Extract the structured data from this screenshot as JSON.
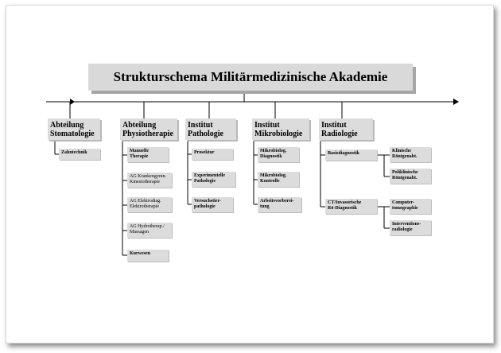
{
  "title": "Strukturschema Militärmedizinische Akademie",
  "departments": [
    {
      "line1": "Abteilung",
      "line2": "Stomatologie",
      "subs": [
        {
          "lines": [
            "Zahntechnik"
          ]
        }
      ]
    },
    {
      "line1": "Abteilung",
      "line2": "Physiotherapie",
      "subs": [
        {
          "lines": [
            "Manuelle",
            "Therapie"
          ]
        },
        {
          "lines": [
            "AG Krankengymn.",
            "Kinesiotherapie"
          ]
        },
        {
          "lines": [
            "AG Elektrodiag.",
            "Elektrotherapie"
          ]
        },
        {
          "lines": [
            "AG Hydrotherap./",
            "Massagen"
          ]
        },
        {
          "lines": [
            "Kurwesen"
          ]
        }
      ]
    },
    {
      "line1": "Institut",
      "line2": "Pathologie",
      "subs": [
        {
          "lines": [
            "Prosektur"
          ]
        },
        {
          "lines": [
            "Experimentelle",
            "Pathologie"
          ]
        },
        {
          "lines": [
            "Versuchstier-",
            "pathologie"
          ]
        }
      ]
    },
    {
      "line1": "Institut",
      "line2": "Mikrobiologie",
      "subs": [
        {
          "lines": [
            "Mikrobiolog.",
            "Diagnostik"
          ]
        },
        {
          "lines": [
            "Mikrobiolog.",
            "Kontrolle"
          ]
        },
        {
          "lines": [
            "Arbeitsvorberei-",
            "tung"
          ]
        }
      ]
    },
    {
      "line1": "Institut",
      "line2": "Radiologie",
      "subs": [
        {
          "lines": [
            "Basisdiagnostik"
          ],
          "children": [
            {
              "lines": [
                "Klinische",
                "Röntgenabt."
              ]
            },
            {
              "lines": [
                "Poliklinische",
                "Röntgenabt."
              ]
            }
          ]
        },
        {
          "lines": [
            "CT/Invasorische",
            "Rö-Diagnostik"
          ],
          "children": [
            {
              "lines": [
                "Computer-",
                "tomographie"
              ]
            },
            {
              "lines": [
                "Interventions-",
                "radiologie"
              ]
            }
          ]
        }
      ]
    }
  ]
}
